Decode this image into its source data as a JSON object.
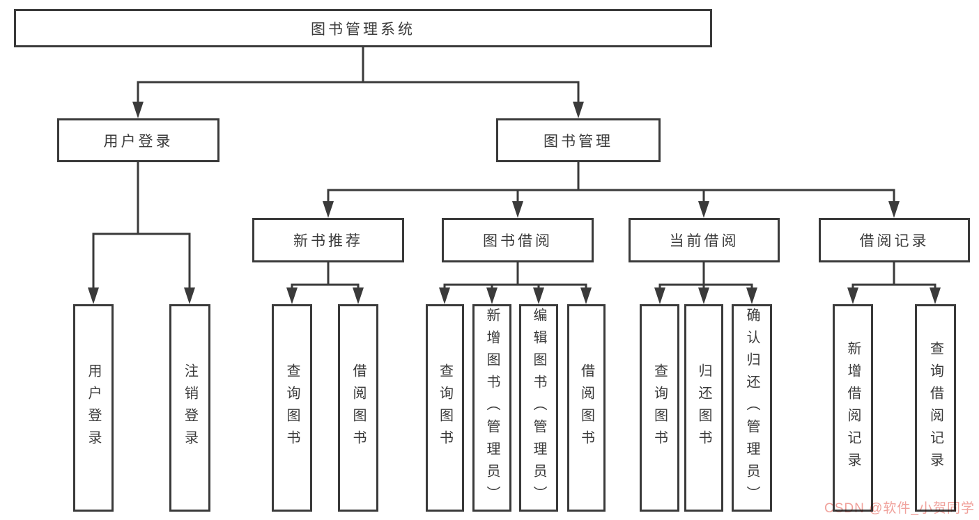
{
  "diagram": {
    "root_label": "图书管理系统",
    "level1": [
      {
        "label": "用户登录"
      },
      {
        "label": "图书管理"
      }
    ],
    "level2": [
      {
        "label": "新书推荐"
      },
      {
        "label": "图书借阅"
      },
      {
        "label": "当前借阅"
      },
      {
        "label": "借阅记录"
      }
    ],
    "leaves": {
      "login": [
        "用户登录",
        "注销登录"
      ],
      "new_books": [
        "查询图书",
        "借阅图书"
      ],
      "borrow": [
        "查询图书",
        "新增图书（管理员）",
        "编辑图书（管理员）",
        "借阅图书"
      ],
      "current": [
        "查询图书",
        "归还图书",
        "确认归还（管理员）"
      ],
      "records": [
        "新增借阅记录",
        "查询借阅记录"
      ]
    }
  },
  "watermark": {
    "text": "CSDN @软件_小贺同学"
  },
  "colors": {
    "line": "#3a3a3a",
    "text": "#3a3a3a",
    "watermark": "#f0a29c",
    "background": "#ffffff"
  }
}
